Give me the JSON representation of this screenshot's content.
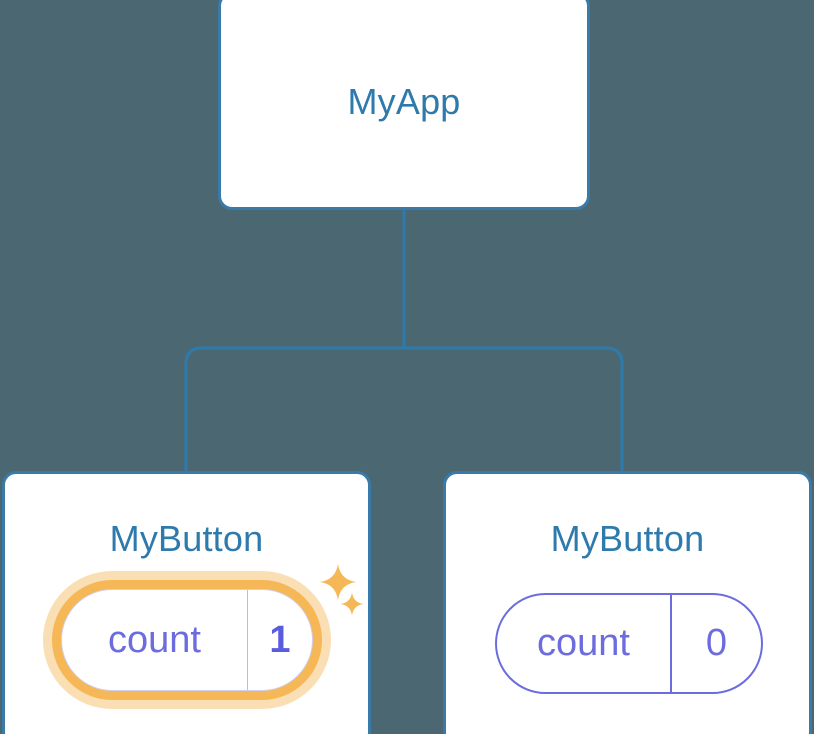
{
  "diagram": {
    "type": "component-tree",
    "background_color": "#4b6872",
    "node_border_color": "#3a7aa8",
    "node_title_color": "#2e7aac",
    "connector_color": "#2e7aac",
    "accent_highlight_color": "#f6b757",
    "accent_glow_color": "#fbdfb4",
    "state_text_color": "#6c6cde"
  },
  "root": {
    "title": "MyApp"
  },
  "children": [
    {
      "title": "MyButton",
      "state": {
        "key": "count",
        "value": "1"
      },
      "highlighted": true,
      "sparkles": [
        "sparkle-large-icon",
        "sparkle-small-icon"
      ]
    },
    {
      "title": "MyButton",
      "state": {
        "key": "count",
        "value": "0"
      },
      "highlighted": false,
      "sparkles": []
    }
  ]
}
